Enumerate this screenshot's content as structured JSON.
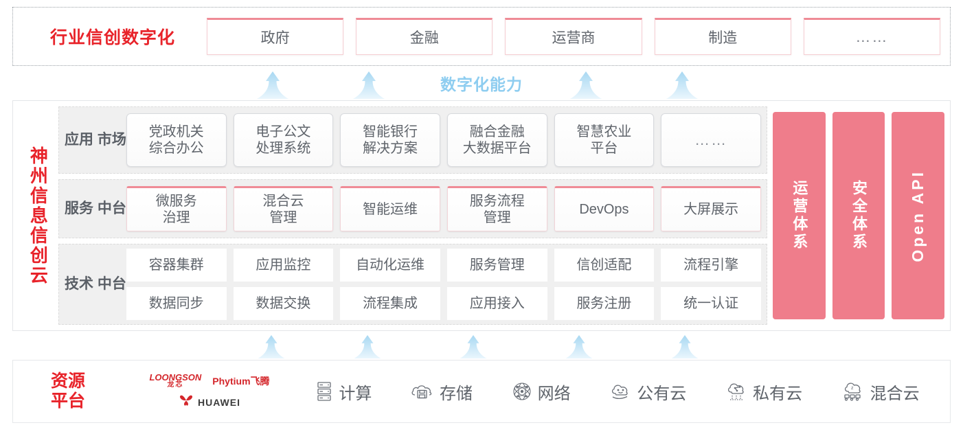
{
  "industry": {
    "title": "行业信创数字化",
    "cards": [
      {
        "label": "政府"
      },
      {
        "label": "金融"
      },
      {
        "label": "运营商"
      },
      {
        "label": "制造"
      },
      {
        "label": "……"
      }
    ]
  },
  "capability": {
    "label": "数字化能力"
  },
  "cloud": {
    "title": "神州信息信创云",
    "layers": [
      {
        "name": "app-market",
        "label": "应用\n市场",
        "cells": [
          {
            "label": "党政机关\n综合办公"
          },
          {
            "label": "电子公文\n处理系统"
          },
          {
            "label": "智能银行\n解决方案"
          },
          {
            "label": "融合金融\n大数据平台"
          },
          {
            "label": "智慧农业\n平台"
          },
          {
            "label": "……"
          }
        ]
      },
      {
        "name": "service-platform",
        "label": "服务\n中台",
        "cells": [
          {
            "label": "微服务\n治理"
          },
          {
            "label": "混合云\n管理"
          },
          {
            "label": "智能运维"
          },
          {
            "label": "服务流程\n管理"
          },
          {
            "label": "DevOps"
          },
          {
            "label": "大屏展示"
          }
        ]
      },
      {
        "name": "tech-platform",
        "label": "技术\n中台",
        "rows": [
          [
            {
              "label": "容器集群"
            },
            {
              "label": "应用监控"
            },
            {
              "label": "自动化运维"
            },
            {
              "label": "服务管理"
            },
            {
              "label": "信创适配"
            },
            {
              "label": "流程引擎"
            }
          ],
          [
            {
              "label": "数据同步"
            },
            {
              "label": "数据交换"
            },
            {
              "label": "流程集成"
            },
            {
              "label": "应用接入"
            },
            {
              "label": "服务注册"
            },
            {
              "label": "统一认证"
            }
          ]
        ]
      }
    ],
    "pillars": [
      {
        "label": "运营体系",
        "type": "cjk"
      },
      {
        "label": "安全体系",
        "type": "cjk"
      },
      {
        "label": "Open API",
        "type": "latin"
      }
    ]
  },
  "resource": {
    "title": "资源\n平台",
    "vendors": [
      {
        "name": "loongson",
        "text": "LOONGSON",
        "sub": "龙芯"
      },
      {
        "name": "phytium",
        "text": "Phytium飞腾"
      },
      {
        "name": "huawei",
        "text": "HUAWEI"
      }
    ],
    "items": [
      {
        "label": "计算",
        "icon": "server-icon"
      },
      {
        "label": "存储",
        "icon": "cloud-storage-icon"
      },
      {
        "label": "网络",
        "icon": "network-mesh-icon"
      },
      {
        "label": "公有云",
        "icon": "public-cloud-icon"
      },
      {
        "label": "私有云",
        "icon": "private-cloud-icon"
      },
      {
        "label": "混合云",
        "icon": "hybrid-cloud-icon"
      }
    ]
  },
  "colors": {
    "brand_red": "#e8232a",
    "accent_pink": "#ef7d8b",
    "arrow_blue": "#8ecdf0",
    "panel_gray": "#f0f0f0",
    "text_gray": "#5f646b"
  }
}
